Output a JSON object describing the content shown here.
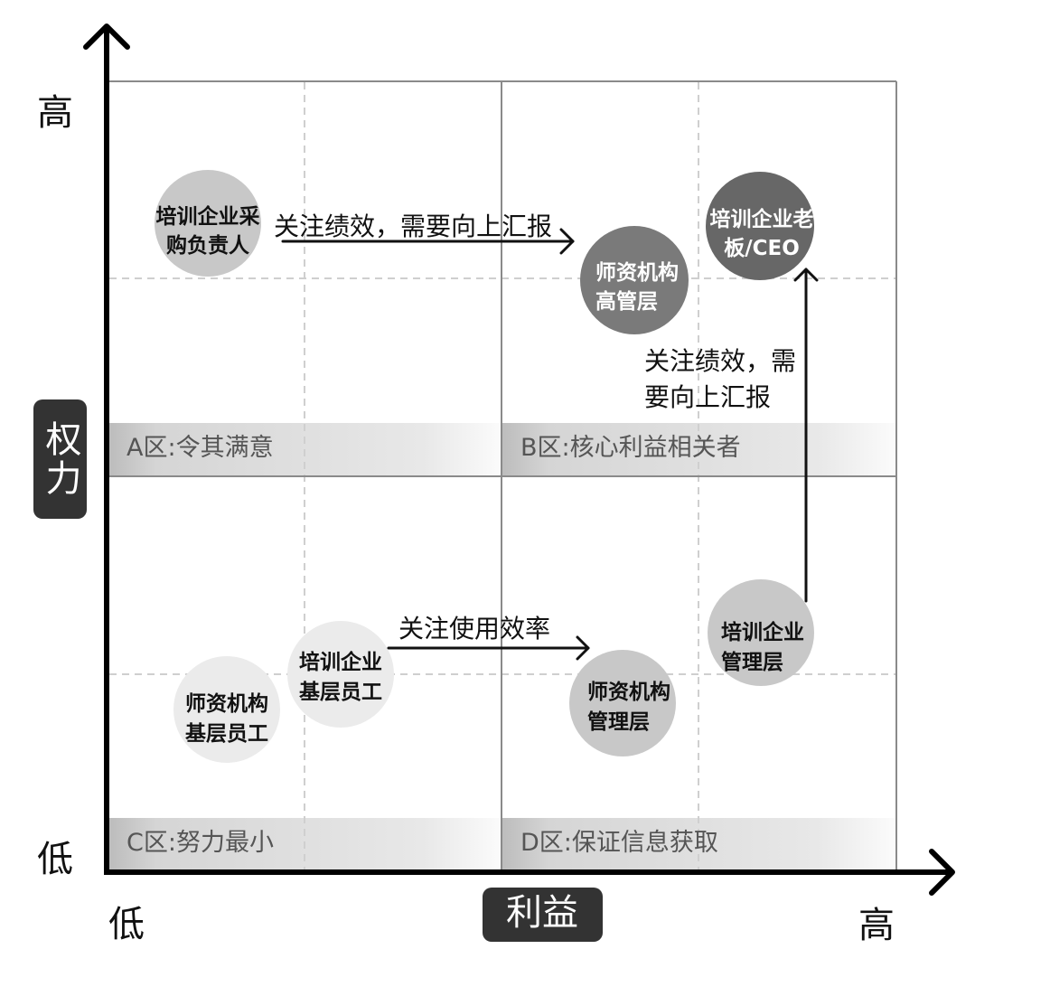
{
  "axes": {
    "y_title": "权力",
    "y_high": "高",
    "y_low": "低",
    "x_title": "利益",
    "x_low": "低",
    "x_high": "高"
  },
  "zones": {
    "a": "A区:令其满意",
    "b": "B区:核心利益相关者",
    "c": "C区:努力最小",
    "d": "D区:保证信息获取"
  },
  "stakeholders": [
    {
      "lines": [
        "培训企业采",
        "购负责人"
      ],
      "fill": "#c8c8c8",
      "text_color": "#111111"
    },
    {
      "lines": [
        "师资机构",
        "高管层"
      ],
      "fill": "#7a7a7a",
      "text_color": "#ffffff"
    },
    {
      "lines": [
        "培训企业老",
        "板/CEO"
      ],
      "fill": "#676767",
      "text_color": "#ffffff"
    },
    {
      "lines": [
        "培训企业",
        "基层员工"
      ],
      "fill": "#ebebeb",
      "text_color": "#111111"
    },
    {
      "lines": [
        "师资机构",
        "基层员工"
      ],
      "fill": "#ebebeb",
      "text_color": "#111111"
    },
    {
      "lines": [
        "师资机构",
        "管理层"
      ],
      "fill": "#c8c8c8",
      "text_color": "#111111"
    },
    {
      "lines": [
        "培训企业",
        "管理层"
      ],
      "fill": "#c8c8c8",
      "text_color": "#111111"
    }
  ],
  "arrows": [
    {
      "label": "关注绩效，需要向上汇报"
    },
    {
      "label": "关注使用效率"
    },
    {
      "label_lines": [
        "关注绩效，需",
        "要向上汇报"
      ]
    }
  ]
}
